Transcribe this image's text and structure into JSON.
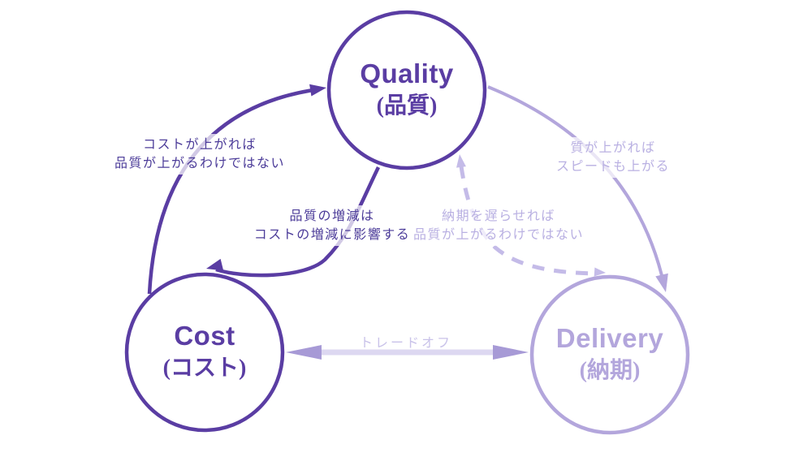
{
  "colors": {
    "primary": "#5a3da3",
    "light": "#b3a6dc",
    "dashed": "#c4bbe8",
    "label-dark": "#4c3c99",
    "label-light": "#b9b0e2",
    "tradeoff-shaft": "#ddd8f1",
    "tradeoff-head": "#a79ad6",
    "tradeoff-label": "#c9c2e9",
    "background": "#ffffff"
  },
  "nodes": [
    {
      "id": "quality",
      "label": "Quality",
      "sublabel": "(品質)",
      "emphasis": "dark"
    },
    {
      "id": "cost",
      "label": "Cost",
      "sublabel": "(コスト)",
      "emphasis": "dark"
    },
    {
      "id": "delivery",
      "label": "Delivery",
      "sublabel": "(納期)",
      "emphasis": "light"
    }
  ],
  "edges": [
    {
      "id": "cost-to-quality",
      "from": "cost",
      "to": "quality",
      "style": "solid",
      "label_line1": "コストが上がれば",
      "label_line2": "品質が上がるわけではない"
    },
    {
      "id": "quality-to-cost",
      "from": "quality",
      "to": "cost",
      "style": "solid",
      "label_line1": "品質の増減は",
      "label_line2": "コストの増減に影響する"
    },
    {
      "id": "quality-to-delivery",
      "from": "quality",
      "to": "delivery",
      "style": "solid",
      "label_line1": "質が上がれば",
      "label_line2": "スピードも上がる"
    },
    {
      "id": "delivery-to-quality",
      "from": "delivery",
      "to": "quality",
      "style": "dashed",
      "label_line1": "納期を遅らせれば",
      "label_line2": "品質が上がるわけではない"
    },
    {
      "id": "cost-delivery-tradeoff",
      "from": "cost",
      "to": "delivery",
      "style": "double-arrow",
      "label": "トレードオフ"
    }
  ]
}
